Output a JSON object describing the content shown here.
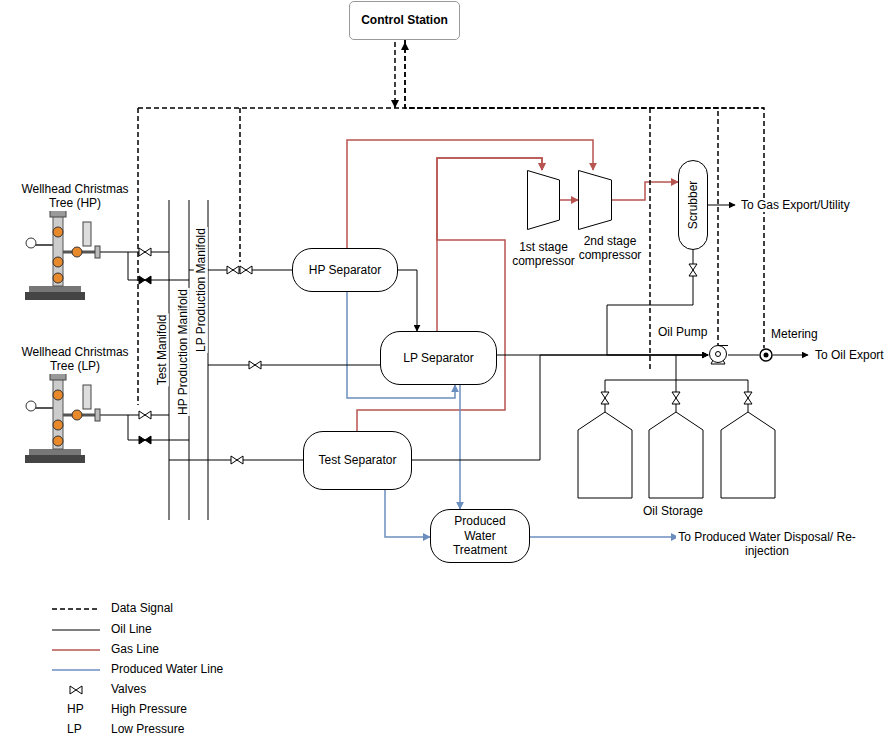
{
  "diagram": {
    "nodes": [
      {
        "text": [
          "Control Station"
        ]
      },
      {
        "text": [
          "Wellhead Christmas Tree (HP)"
        ]
      },
      {
        "text": [
          "Wellhead Christmas Tree (LP)"
        ]
      },
      {
        "text": [
          "HP Separator"
        ]
      },
      {
        "text": [
          "LP Separator"
        ]
      },
      {
        "text": [
          "Test Separator"
        ]
      },
      {
        "text": [
          "1st stage compressor"
        ]
      },
      {
        "text": [
          "2nd stage compressor"
        ]
      },
      {
        "text": [
          "Scrubber"
        ]
      },
      {
        "text": [
          "Produced Water Treatment"
        ]
      },
      {
        "text": [
          "Oil Pump"
        ]
      },
      {
        "text": [
          "Metering"
        ]
      }
    ],
    "edges": [
      {
        "from": 3,
        "to": 4,
        "arrow": "to"
      },
      {
        "from": 3,
        "to": 7,
        "arrow": "to"
      },
      {
        "from": 4,
        "to": 6,
        "arrow": "to"
      },
      {
        "from": 5,
        "to": 6,
        "arrow": "to"
      },
      {
        "from": 6,
        "to": 7,
        "arrow": "to"
      },
      {
        "from": 7,
        "to": 8,
        "arrow": "to"
      },
      {
        "from": 3,
        "to": 4,
        "arrow": "to"
      },
      {
        "from": 4,
        "to": 9,
        "arrow": "to"
      },
      {
        "from": 5,
        "to": 9,
        "arrow": "to"
      },
      {
        "from": 4,
        "to": 10,
        "arrow": "to"
      },
      {
        "from": 5,
        "to": 10,
        "arrow": "to"
      },
      {
        "from": 8,
        "to": 10,
        "arrow": "to"
      },
      {
        "from": 10,
        "to": 11,
        "arrow": "none"
      },
      {
        "from": 0,
        "to": 10,
        "arrow": "none"
      },
      {
        "from": 0,
        "to": 11,
        "arrow": "none"
      }
    ],
    "labels": [
      "Test Manifold",
      "HP Production Manifold",
      "LP Production Manifold",
      "To Gas Export/Utility",
      "To Oil Export",
      "Oil Storage",
      "To Produced Water Disposal/ Re-injection",
      "HP",
      "LP"
    ],
    "legend": [
      {
        "text": "Data Signal"
      },
      {
        "text": "Oil Line"
      },
      {
        "text": "Gas Line"
      },
      {
        "text": "Produced Water Line"
      },
      {
        "text": "Valves"
      },
      {
        "text": "High Pressure"
      },
      {
        "text": "Low Pressure"
      }
    ]
  }
}
